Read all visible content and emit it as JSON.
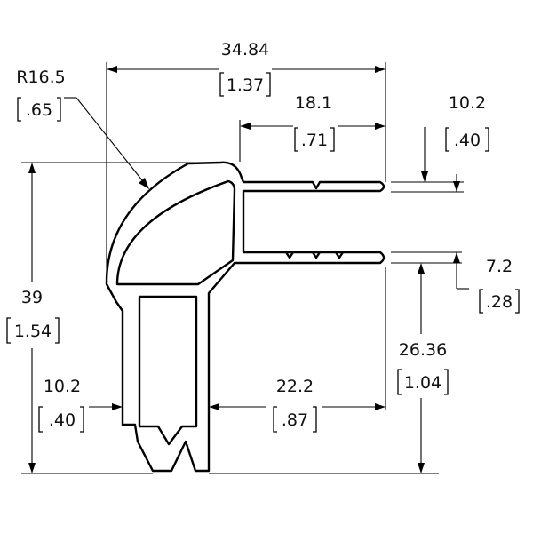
{
  "dimensions": {
    "overall_width": {
      "mm": "34.84",
      "in": "1.37"
    },
    "leg_width": {
      "mm": "18.1",
      "in": ".71"
    },
    "leg_thickness": {
      "mm": "10.2",
      "in": ".40"
    },
    "leg_gap": {
      "mm": "7.2",
      "in": ".28"
    },
    "radius": {
      "mm": "R16.5",
      "in": ".65"
    },
    "overall_height": {
      "mm": "39",
      "in": "1.54"
    },
    "lower_height": {
      "mm": "26.36",
      "in": "1.04"
    },
    "stem_width": {
      "mm": "10.2",
      "in": ".40"
    },
    "stem_offset": {
      "mm": "22.2",
      "in": ".87"
    }
  }
}
